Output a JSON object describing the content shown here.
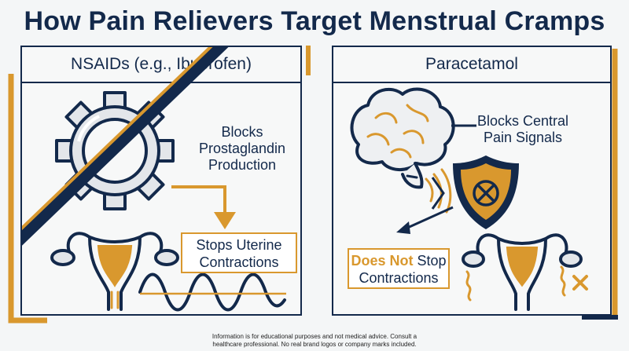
{
  "title": "How Pain Relievers Target Menstrual Cramps",
  "left_panel": {
    "heading": "NSAIDs (e.g., Ibuprofen)",
    "mechanism": [
      "Blocks",
      "Prostaglandin",
      "Production"
    ],
    "result": [
      "Stops Uterine",
      "Contractions"
    ]
  },
  "right_panel": {
    "heading": "Paracetamol",
    "mechanism": [
      "Blocks Central",
      "Pain Signals"
    ],
    "result_emphasis": "Does Not",
    "result_rest": "Stop",
    "result_line2": "Contractions"
  },
  "footer": [
    "Information is for educational purposes and not medical advice. Consult a",
    "healthcare professional. No real brand logos or company marks included."
  ],
  "colors": {
    "navy": "#13294b",
    "gold": "#d9982e",
    "background": "#f4f6f7"
  },
  "icons": [
    "gear-icon",
    "uterus-icon",
    "wave-icon",
    "brain-icon",
    "shield-icon",
    "arrow-icon"
  ]
}
